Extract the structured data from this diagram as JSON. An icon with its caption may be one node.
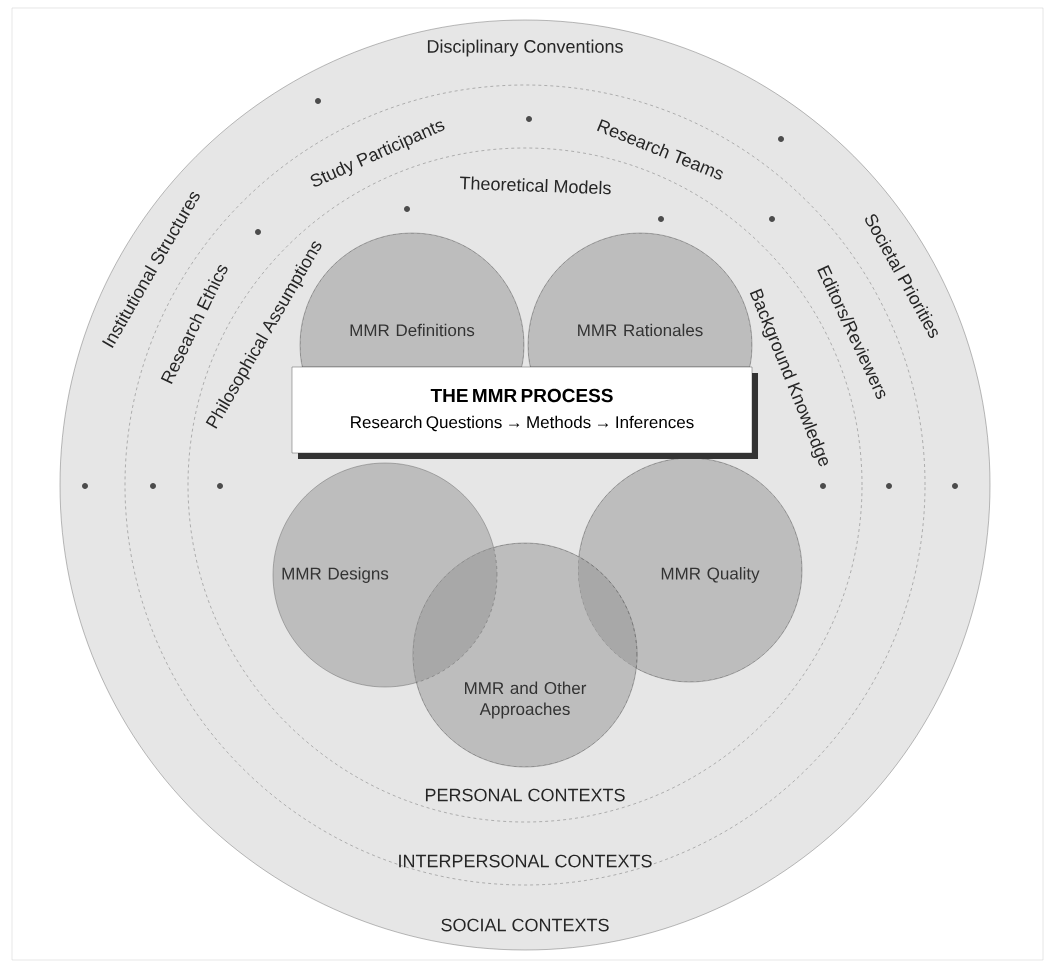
{
  "diagram": {
    "nodes": [
      {
        "text": [
          "Disciplinary Conventions",
          "Institutional Structures",
          "Societal Priorities",
          "SOCIAL CONTEXTS"
        ]
      },
      {
        "text": [
          "Study Participants",
          "Research Teams",
          "Research Ethics",
          "Editors/Reviewers",
          "INTERPERSONAL CONTEXTS"
        ],
        "in": 0
      },
      {
        "text": [
          "Theoretical Models",
          "Philosophical Assumptions",
          "Background Knowledge",
          "PERSONAL CONTEXTS"
        ],
        "in": 1
      },
      {
        "text": [
          "MMR Definitions"
        ],
        "in": 2
      },
      {
        "text": [
          "MMR Rationales"
        ],
        "in": 2
      },
      {
        "text": [
          "THE MMR PROCESS",
          "Research Questions → Methods → Inferences"
        ],
        "in": 2
      },
      {
        "text": [
          "MMR Designs"
        ],
        "in": 2
      },
      {
        "text": [
          "MMR Quality"
        ],
        "in": 2
      },
      {
        "text": [
          "MMR and Other Approaches"
        ],
        "in": 2
      }
    ]
  }
}
